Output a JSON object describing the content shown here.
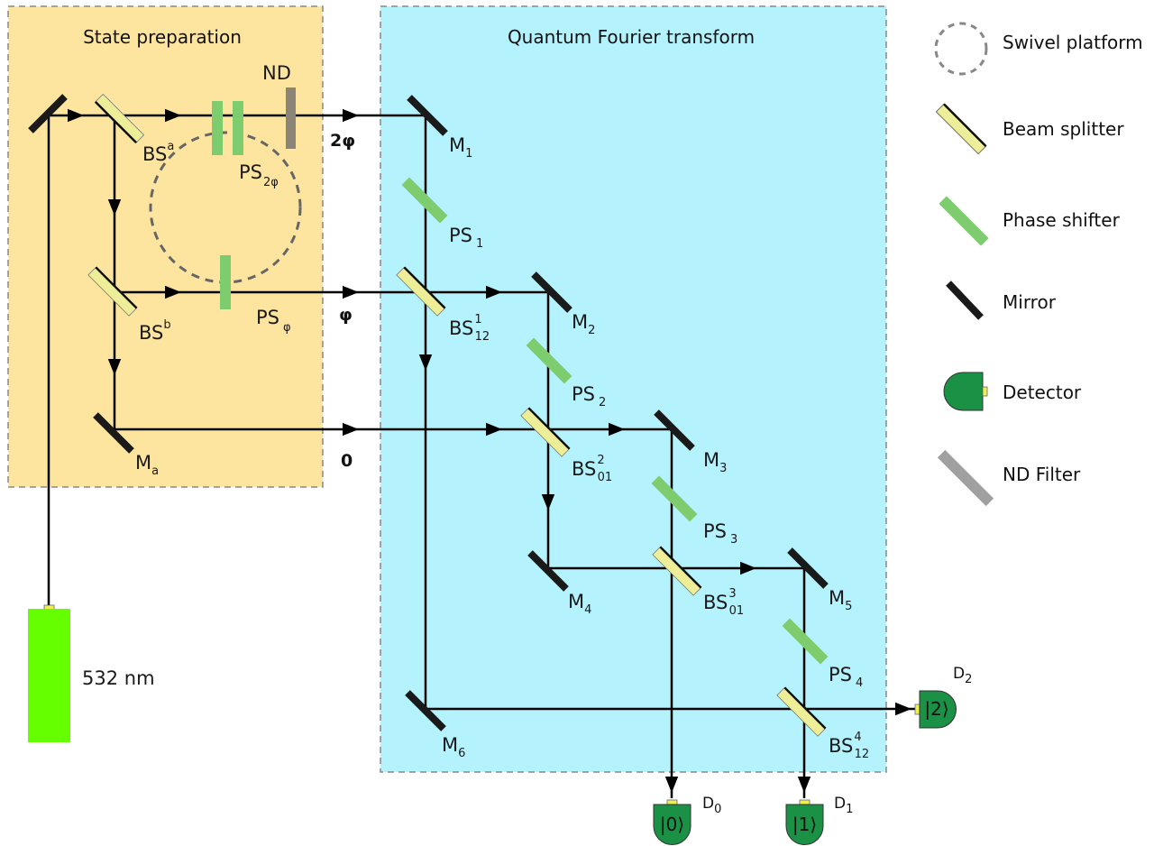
{
  "regions": {
    "state_preparation": {
      "title": "State preparation",
      "fill": "#fde59f"
    },
    "qft": {
      "title": "Quantum Fourier transform",
      "fill": "#b4f3fd"
    }
  },
  "laser": {
    "label": "532 nm",
    "color": "#66ff00"
  },
  "phase_labels": {
    "two_phi": "2φ",
    "phi": "φ",
    "zero": "0"
  },
  "components": {
    "nd": "ND",
    "bs_a": {
      "base": "BS",
      "sup": "a"
    },
    "bs_b": {
      "base": "BS",
      "sup": "b"
    },
    "ps_2phi": {
      "base": "PS",
      "sub": "2φ"
    },
    "ps_phi": {
      "base": "PS",
      "sub": "φ"
    },
    "m_a": {
      "base": "M",
      "sub": "a"
    },
    "m1": {
      "base": "M",
      "sub": "1"
    },
    "m2": {
      "base": "M",
      "sub": "2"
    },
    "m3": {
      "base": "M",
      "sub": "3"
    },
    "m4": {
      "base": "M",
      "sub": "4"
    },
    "m5": {
      "base": "M",
      "sub": "5"
    },
    "m6": {
      "base": "M",
      "sub": "6"
    },
    "ps1": {
      "base": "PS",
      "sub": "1"
    },
    "ps2": {
      "base": "PS",
      "sub": "2"
    },
    "ps3": {
      "base": "PS",
      "sub": "3"
    },
    "ps4": {
      "base": "PS",
      "sub": "4"
    },
    "bs1": {
      "base": "BS",
      "sup": "1",
      "sub": "12"
    },
    "bs2": {
      "base": "BS",
      "sup": "2",
      "sub": "01"
    },
    "bs3": {
      "base": "BS",
      "sup": "3",
      "sub": "01"
    },
    "bs4": {
      "base": "BS",
      "sup": "4",
      "sub": "12"
    }
  },
  "detectors": [
    {
      "name": "D",
      "sub": "0",
      "ket": "|0⟩"
    },
    {
      "name": "D",
      "sub": "1",
      "ket": "|1⟩"
    },
    {
      "name": "D",
      "sub": "2",
      "ket": "|2⟩"
    }
  ],
  "legend": [
    {
      "icon": "swivel-platform-icon",
      "label": "Swivel platform"
    },
    {
      "icon": "beam-splitter-icon",
      "label": "Beam splitter"
    },
    {
      "icon": "phase-shifter-icon",
      "label": "Phase shifter"
    },
    {
      "icon": "mirror-icon",
      "label": "Mirror"
    },
    {
      "icon": "detector-icon",
      "label": "Detector"
    },
    {
      "icon": "nd-filter-icon",
      "label": "ND Filter"
    }
  ],
  "colors": {
    "beam_splitter": "#eeee99",
    "phase_shifter": "#7dcd6e",
    "mirror": "#1a1a1a",
    "detector": "#1b9145",
    "nd_filter": "#8b8577",
    "legend_nd_filter": "#a0a0a0",
    "dashed_border": "#888888"
  }
}
